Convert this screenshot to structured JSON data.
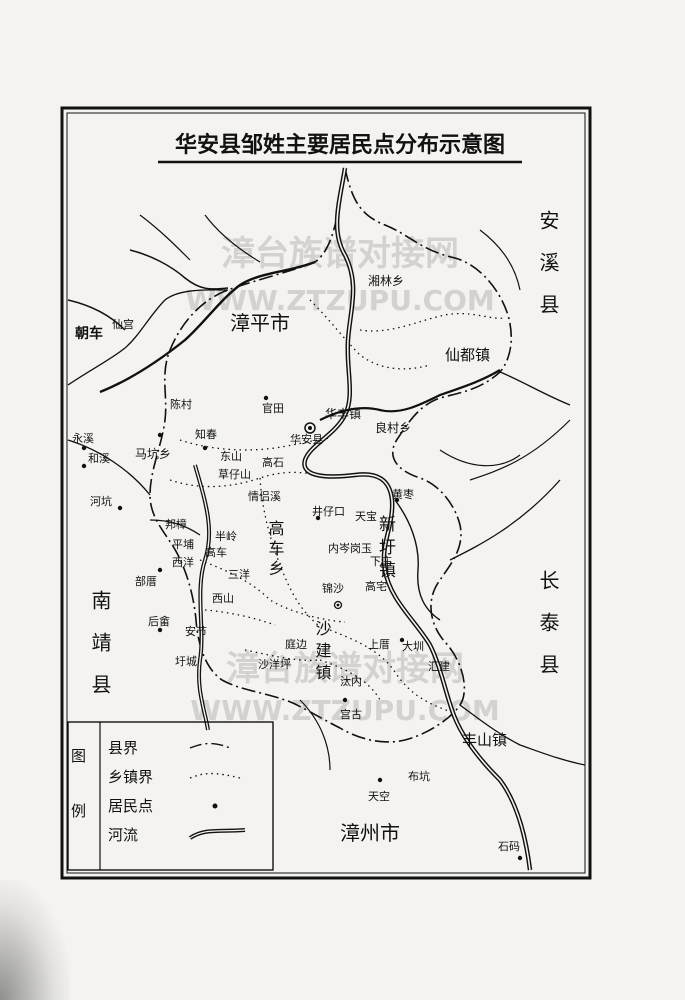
{
  "title": "华安县邹姓主要居民点分布示意图",
  "watermark": {
    "name": "漳台族谱对接网",
    "url": "WWW.ZTZUPU.COM"
  },
  "neighbors": {
    "zhangping": "漳平市",
    "anxi": "安溪县",
    "changtai": "长泰县",
    "nanjing": "南靖县",
    "zhangzhou": "漳州市"
  },
  "towns": {
    "xiandu": "仙都镇",
    "huafeng": "华丰镇",
    "xinxu": "新圩镇",
    "gaoche": "高车乡",
    "shajian": "沙建镇",
    "fengshan": "丰山镇",
    "liangcun": "良村乡",
    "mabeng": "马坑乡",
    "xiangtian": "湘林乡"
  },
  "places": {
    "huaan": "华安县",
    "guantian": "官田",
    "chencun": "陈村",
    "zhichun": "知春",
    "dongshan": "东山",
    "caozaishan": "草仔山",
    "gaoshi": "高石",
    "qingxi": "情侣溪",
    "yongxi": "永溪",
    "hexi": "和溪",
    "hekeng": "河坑",
    "bangzhang": "邦樟",
    "pingfu": "平埔",
    "xiyang": "西洋",
    "gaoche_v": "高车",
    "banling": "半岭",
    "sanyang": "三洋",
    "xishan": "西山",
    "bucuo": "部厝",
    "houshe": "后畲",
    "anjie": "安节",
    "yucheng": "圩城",
    "jingzaikou": "井仔口",
    "huangqiao": "黄枣",
    "tianbao": "天宝",
    "neican": "内岑",
    "xiazhuang": "下庄",
    "gangyu": "岗玉",
    "gaozhai": "高宅",
    "jinsha": "锦沙",
    "tingbian": "庭边",
    "shayangping": "沙洋坪",
    "shangcuo": "上厝",
    "dashan": "大圳",
    "huijian": "汇建",
    "danei": "汰内",
    "gonggu": "宫古",
    "tiankong": "天空",
    "bukang": "布坑",
    "shima": "石码",
    "xiancuo": "仙宫",
    "chaoche": "朝车"
  },
  "legend": {
    "title": "图例",
    "items": [
      {
        "label": "县界",
        "kind": "county-boundary"
      },
      {
        "label": "乡镇界",
        "kind": "town-boundary"
      },
      {
        "label": "居民点",
        "kind": "settlement"
      },
      {
        "label": "河流",
        "kind": "river"
      }
    ]
  }
}
